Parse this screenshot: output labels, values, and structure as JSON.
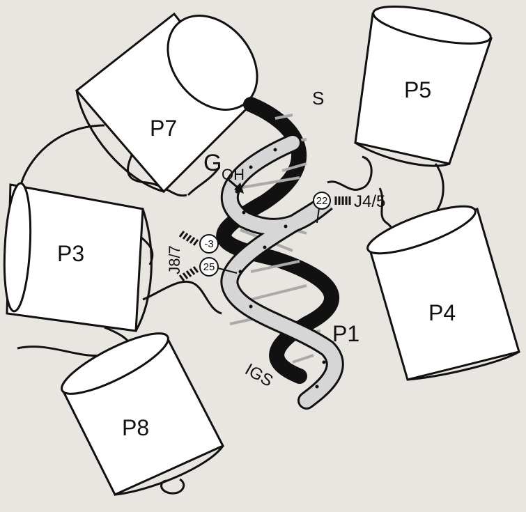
{
  "labels": {
    "p7": "P7",
    "p5": "P5",
    "p3": "P3",
    "p4": "P4",
    "p8": "P8",
    "p1": "P1",
    "s": "S",
    "g_main": "G",
    "g_sub": "OH",
    "j45": "J4/5",
    "j87": "J8/7",
    "igs": "IGS"
  },
  "residues": {
    "r22": "22",
    "r_minus3": "-3",
    "r25": "25"
  },
  "colors": {
    "background": "#e9e6e2",
    "cylinder_fill": "#ffffff",
    "outline": "#111111",
    "strand_dark": "#111111",
    "strand_light": "#d6d6d6"
  }
}
